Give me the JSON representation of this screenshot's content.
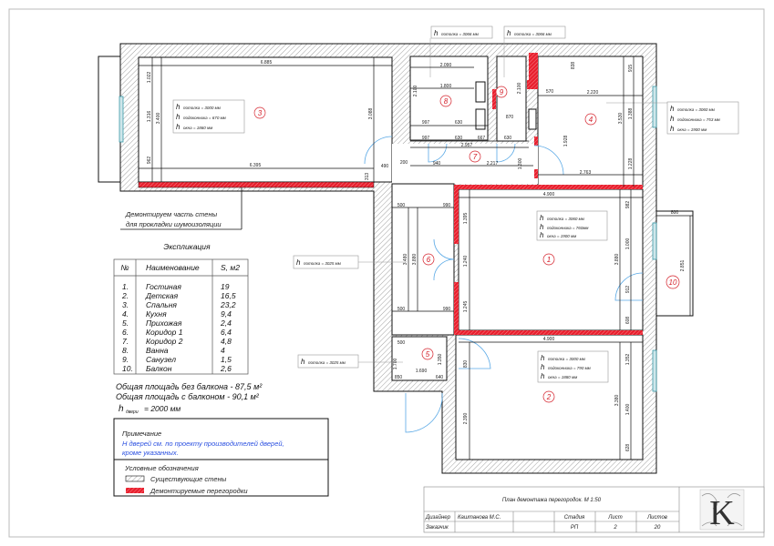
{
  "colors": {
    "wall_hatch": "#888888",
    "demolish": "#e8202e",
    "door": "#5aa9e6",
    "window": "#3a9aa8",
    "note_text": "#2a4fe0",
    "room_number": "#d4202a"
  },
  "rooms": [
    {
      "num": "3"
    },
    {
      "num": "8"
    },
    {
      "num": "9"
    },
    {
      "num": "4"
    },
    {
      "num": "7"
    },
    {
      "num": "6"
    },
    {
      "num": "1"
    },
    {
      "num": "2"
    },
    {
      "num": "5"
    },
    {
      "num": "10"
    }
  ],
  "info_boxes": {
    "room3": {
      "h": "h",
      "l1": "потолка = 3000 мм",
      "l2": "подоконника = 670 мм",
      "l3": "окна = 1860 мм"
    },
    "room4": {
      "h": "h",
      "l1": "потолка = 3060 мм",
      "l2": "подоконника = 753 мм",
      "l3": "окна = 1900 мм"
    },
    "room1": {
      "h": "h",
      "l1": "потолка = 3060 мм",
      "l2": "подоконника = 760мм",
      "l3": "окна = 1900 мм"
    },
    "room2": {
      "h": "h",
      "l1": "потолка = 3000 мм",
      "l2": "подоконника = 790 мм",
      "l3": "окна = 1880 мм"
    },
    "room8": {
      "h": "h",
      "l1": "потолка = 3066 мм"
    },
    "room9": {
      "h": "h",
      "l1": "потолка = 3066 мм"
    },
    "room6": {
      "h": "h",
      "l1": "потолка = 3025 мм"
    },
    "room5": {
      "h": "h",
      "l1": "потолка = 3025 мм"
    }
  },
  "callout": {
    "line1": "Демонтируем часть стены",
    "line2": "для прокладки шумоизоляции"
  },
  "dims": [
    "6.885",
    "6.395",
    "1.022",
    "1.316",
    "962",
    "3.400",
    "3.088",
    "313",
    "490",
    "200",
    "2.090",
    "1.800",
    "2.100",
    "997",
    "997",
    "630",
    "630",
    "667",
    "630",
    "2.957",
    "940",
    "2.217",
    "870",
    "2.100",
    "570",
    "2.220",
    "3.530",
    "915",
    "1.388",
    "1.228",
    "2.763",
    "1.928",
    "1.300",
    "838",
    "4.900",
    "1.395",
    "1.240",
    "1.245",
    "3.880",
    "982",
    "1.000",
    "912",
    "608",
    "500",
    "500",
    "990",
    "990",
    "3.480",
    "3.880",
    "4.900",
    "1.352",
    "1.400",
    "628",
    "3.380",
    "2.390",
    "830",
    "500",
    "1.350",
    "1.700",
    "1.690",
    "850",
    "640",
    "800",
    "2.851"
  ],
  "explication": {
    "title": "Экспликация",
    "headers": [
      "№",
      "Наименование",
      "S, м2"
    ],
    "rows": [
      [
        "1.",
        "Гостиная",
        "19"
      ],
      [
        "2.",
        "Детская",
        "16,5"
      ],
      [
        "3.",
        "Спальня",
        "23,2"
      ],
      [
        "4.",
        "Кухня",
        "9,4"
      ],
      [
        "5.",
        "Прихожая",
        "2,4"
      ],
      [
        "6.",
        "Коридор 1",
        "6,4"
      ],
      [
        "7.",
        "Коридор 2",
        "4,8"
      ],
      [
        "8.",
        "Ванна",
        "4"
      ],
      [
        "9.",
        "Санузел",
        "1,5"
      ],
      [
        "10.",
        "Балкон",
        "2,6"
      ]
    ],
    "total_no_balcony": "Общая площадь без балкона - 87,5 м²",
    "total_with_balcony": "Общая площадь с балконом - 90,1 м²",
    "door_h": "h",
    "door_sub": "двери",
    "door_value": "= 2000 мм"
  },
  "note": {
    "title": "Примечание",
    "text1": "Н дверей см. по проекту производителей дверей,",
    "text2": "кроме указанных."
  },
  "legend": {
    "title": "Условные обозначения",
    "existing": "Существующие стены",
    "demolished": "Демонтируемые перегородки"
  },
  "title_block": {
    "title": "План демонтажа перегородок. М 1:50",
    "designer_label": "Дизайнер",
    "designer": "Каштанова М.С.",
    "client_label": "Заказчик",
    "stage_label": "Стадия",
    "stage": "РП",
    "sheet_label": "Лист",
    "sheet": "2",
    "sheets_label": "Листов",
    "sheets": "20",
    "logo_letter": "K"
  }
}
